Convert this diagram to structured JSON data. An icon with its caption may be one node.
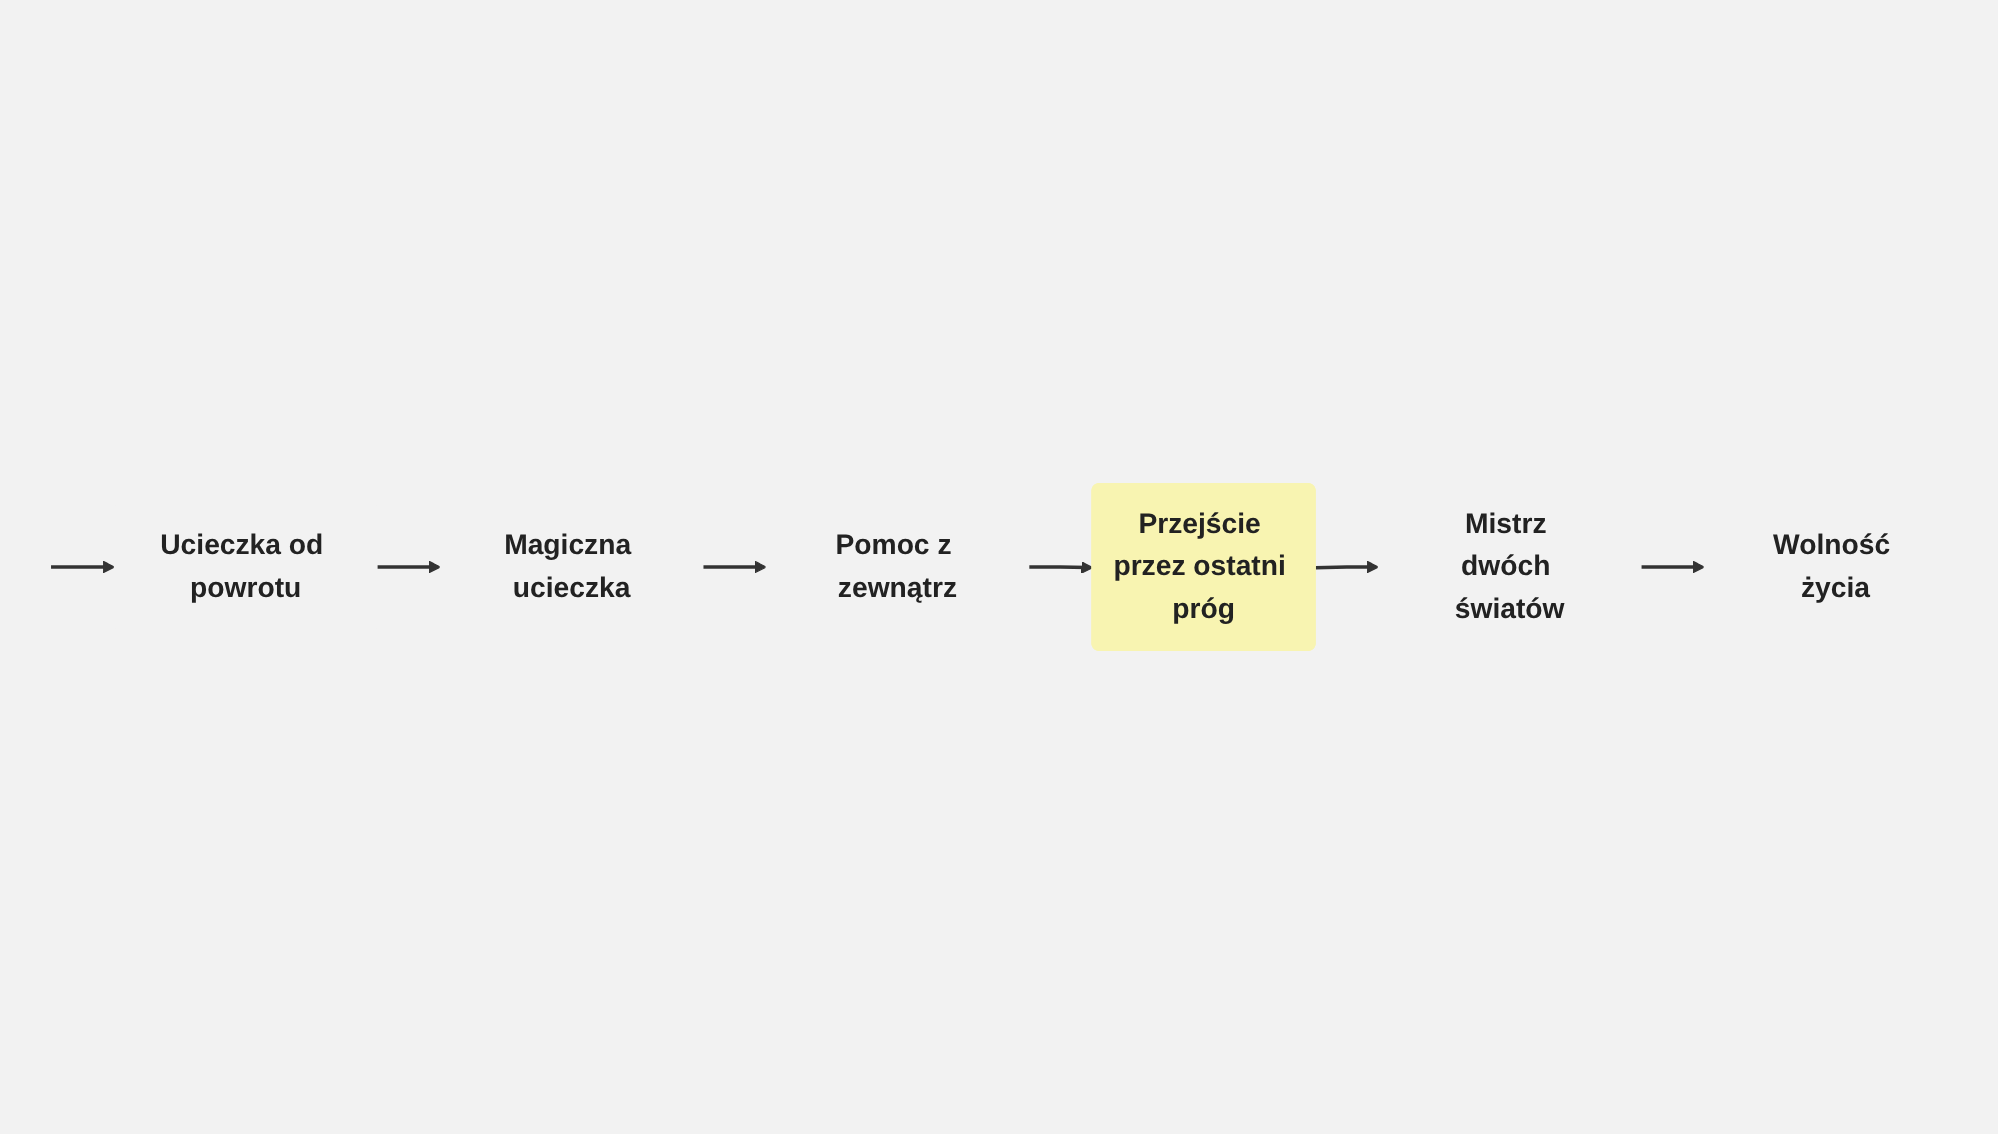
{
  "diagram": {
    "nodes": [
      {
        "text": [
          "Ucieczka od powrotu"
        ]
      },
      {
        "text": [
          "Magiczna ucieczka"
        ]
      },
      {
        "text": [
          "Pomoc z zewnątrz"
        ]
      },
      {
        "text": [
          "Przejście przez ostatni próg"
        ]
      },
      {
        "text": [
          "Mistrz dwóch światów"
        ]
      },
      {
        "text": [
          "Wolność życia"
        ]
      }
    ],
    "edges": [
      {
        "from": null,
        "to": 0,
        "arrow": "to"
      },
      {
        "from": 0,
        "to": 1,
        "arrow": "to"
      },
      {
        "from": 1,
        "to": 2,
        "arrow": "to"
      },
      {
        "from": 2,
        "to": 3,
        "arrow": "to"
      },
      {
        "from": 3,
        "to": 4,
        "arrow": "to"
      },
      {
        "from": 4,
        "to": 5,
        "arrow": "to"
      }
    ]
  }
}
